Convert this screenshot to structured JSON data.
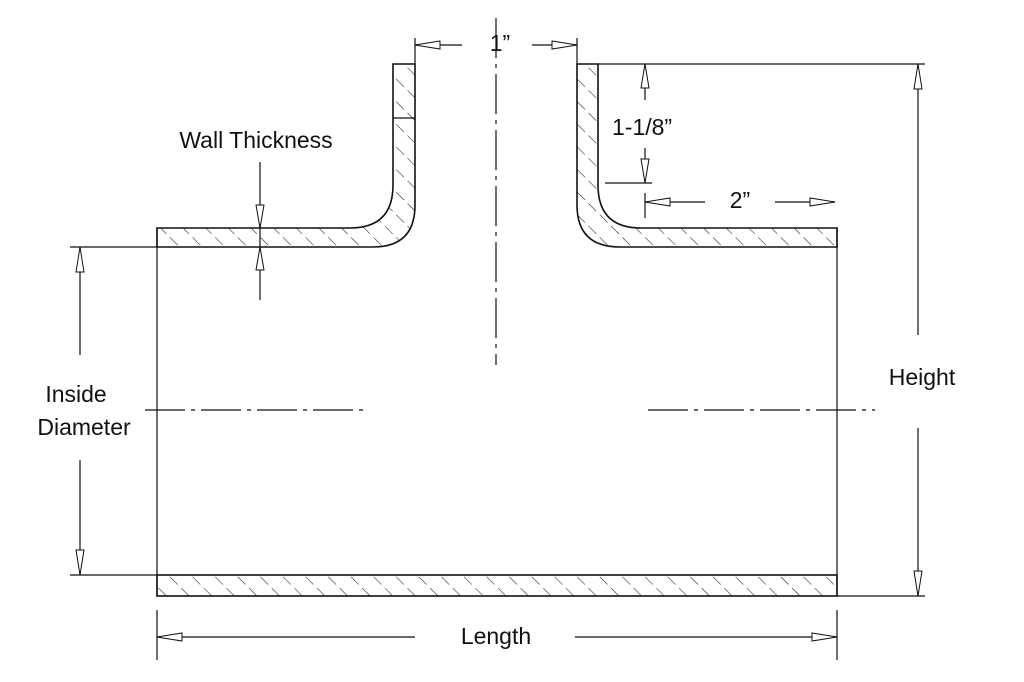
{
  "diagram": {
    "title": "Tee fitting dimension drawing",
    "labels": {
      "branch_id": "1”",
      "branch_length": "1-1/8”",
      "run_extension": "2”",
      "wall_thickness": "Wall Thickness",
      "inside_diameter_line1": "Inside",
      "inside_diameter_line2": "Diameter",
      "height": "Height",
      "length": "Length"
    }
  }
}
